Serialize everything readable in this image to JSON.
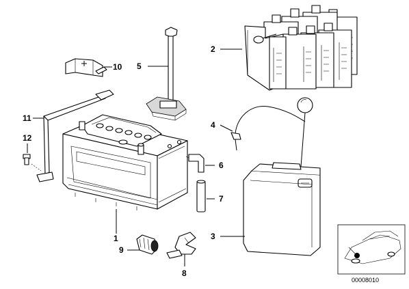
{
  "callouts": [
    "1",
    "2",
    "3",
    "4",
    "5",
    "6",
    "7",
    "8",
    "9",
    "10",
    "11",
    "12"
  ],
  "reference_number": "00008010",
  "icons": {
    "battery": "battery-icon",
    "water_canisters": "canister-pack-icon",
    "canister": "canister-icon",
    "hydrometer": "hydrometer-icon",
    "hold_down": "hold-down-clamp-icon",
    "terminal_cover": "terminal-cover-icon",
    "vent_elbow": "vent-elbow-icon",
    "vent_hose": "vent-hose-icon",
    "plug": "plug-icon",
    "clip": "clip-icon",
    "strap": "strap-icon",
    "screw": "screw-icon",
    "car_thumbnail": "car-thumbnail-icon"
  }
}
